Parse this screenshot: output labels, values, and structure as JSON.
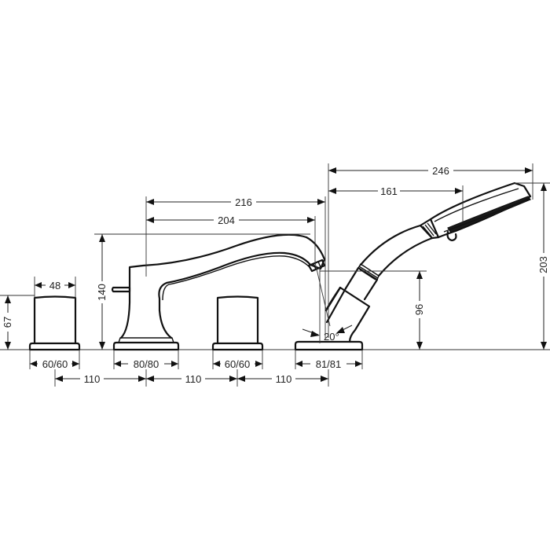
{
  "drawing": {
    "subject": "4-hole rim-mounted bath mixer with hand shower",
    "units": "mm",
    "colors": {
      "line": "#111111",
      "background": "#ffffff"
    }
  },
  "components": {
    "left_handle": {
      "name": "Left valve handle"
    },
    "spout": {
      "name": "Bath spout with diverter knob"
    },
    "right_handle": {
      "name": "Right valve handle"
    },
    "hand_shower": {
      "name": "Hand shower on holder"
    }
  },
  "dimensions": {
    "left_handle_width": "48",
    "left_handle_height": "67",
    "left_rosette": "60/60",
    "spout_height": "140",
    "spout_reach_outer": "216",
    "spout_reach_inner": "204",
    "spout_rosette": "80/80",
    "right_rosette": "60/60",
    "shower_rosette": "81/81",
    "spacing_1": "110",
    "spacing_2": "110",
    "spacing_3": "110",
    "shower_length": "246",
    "shower_handle_length": "161",
    "shower_height": "203",
    "shower_holder_height": "96",
    "shower_angle": "20°"
  }
}
